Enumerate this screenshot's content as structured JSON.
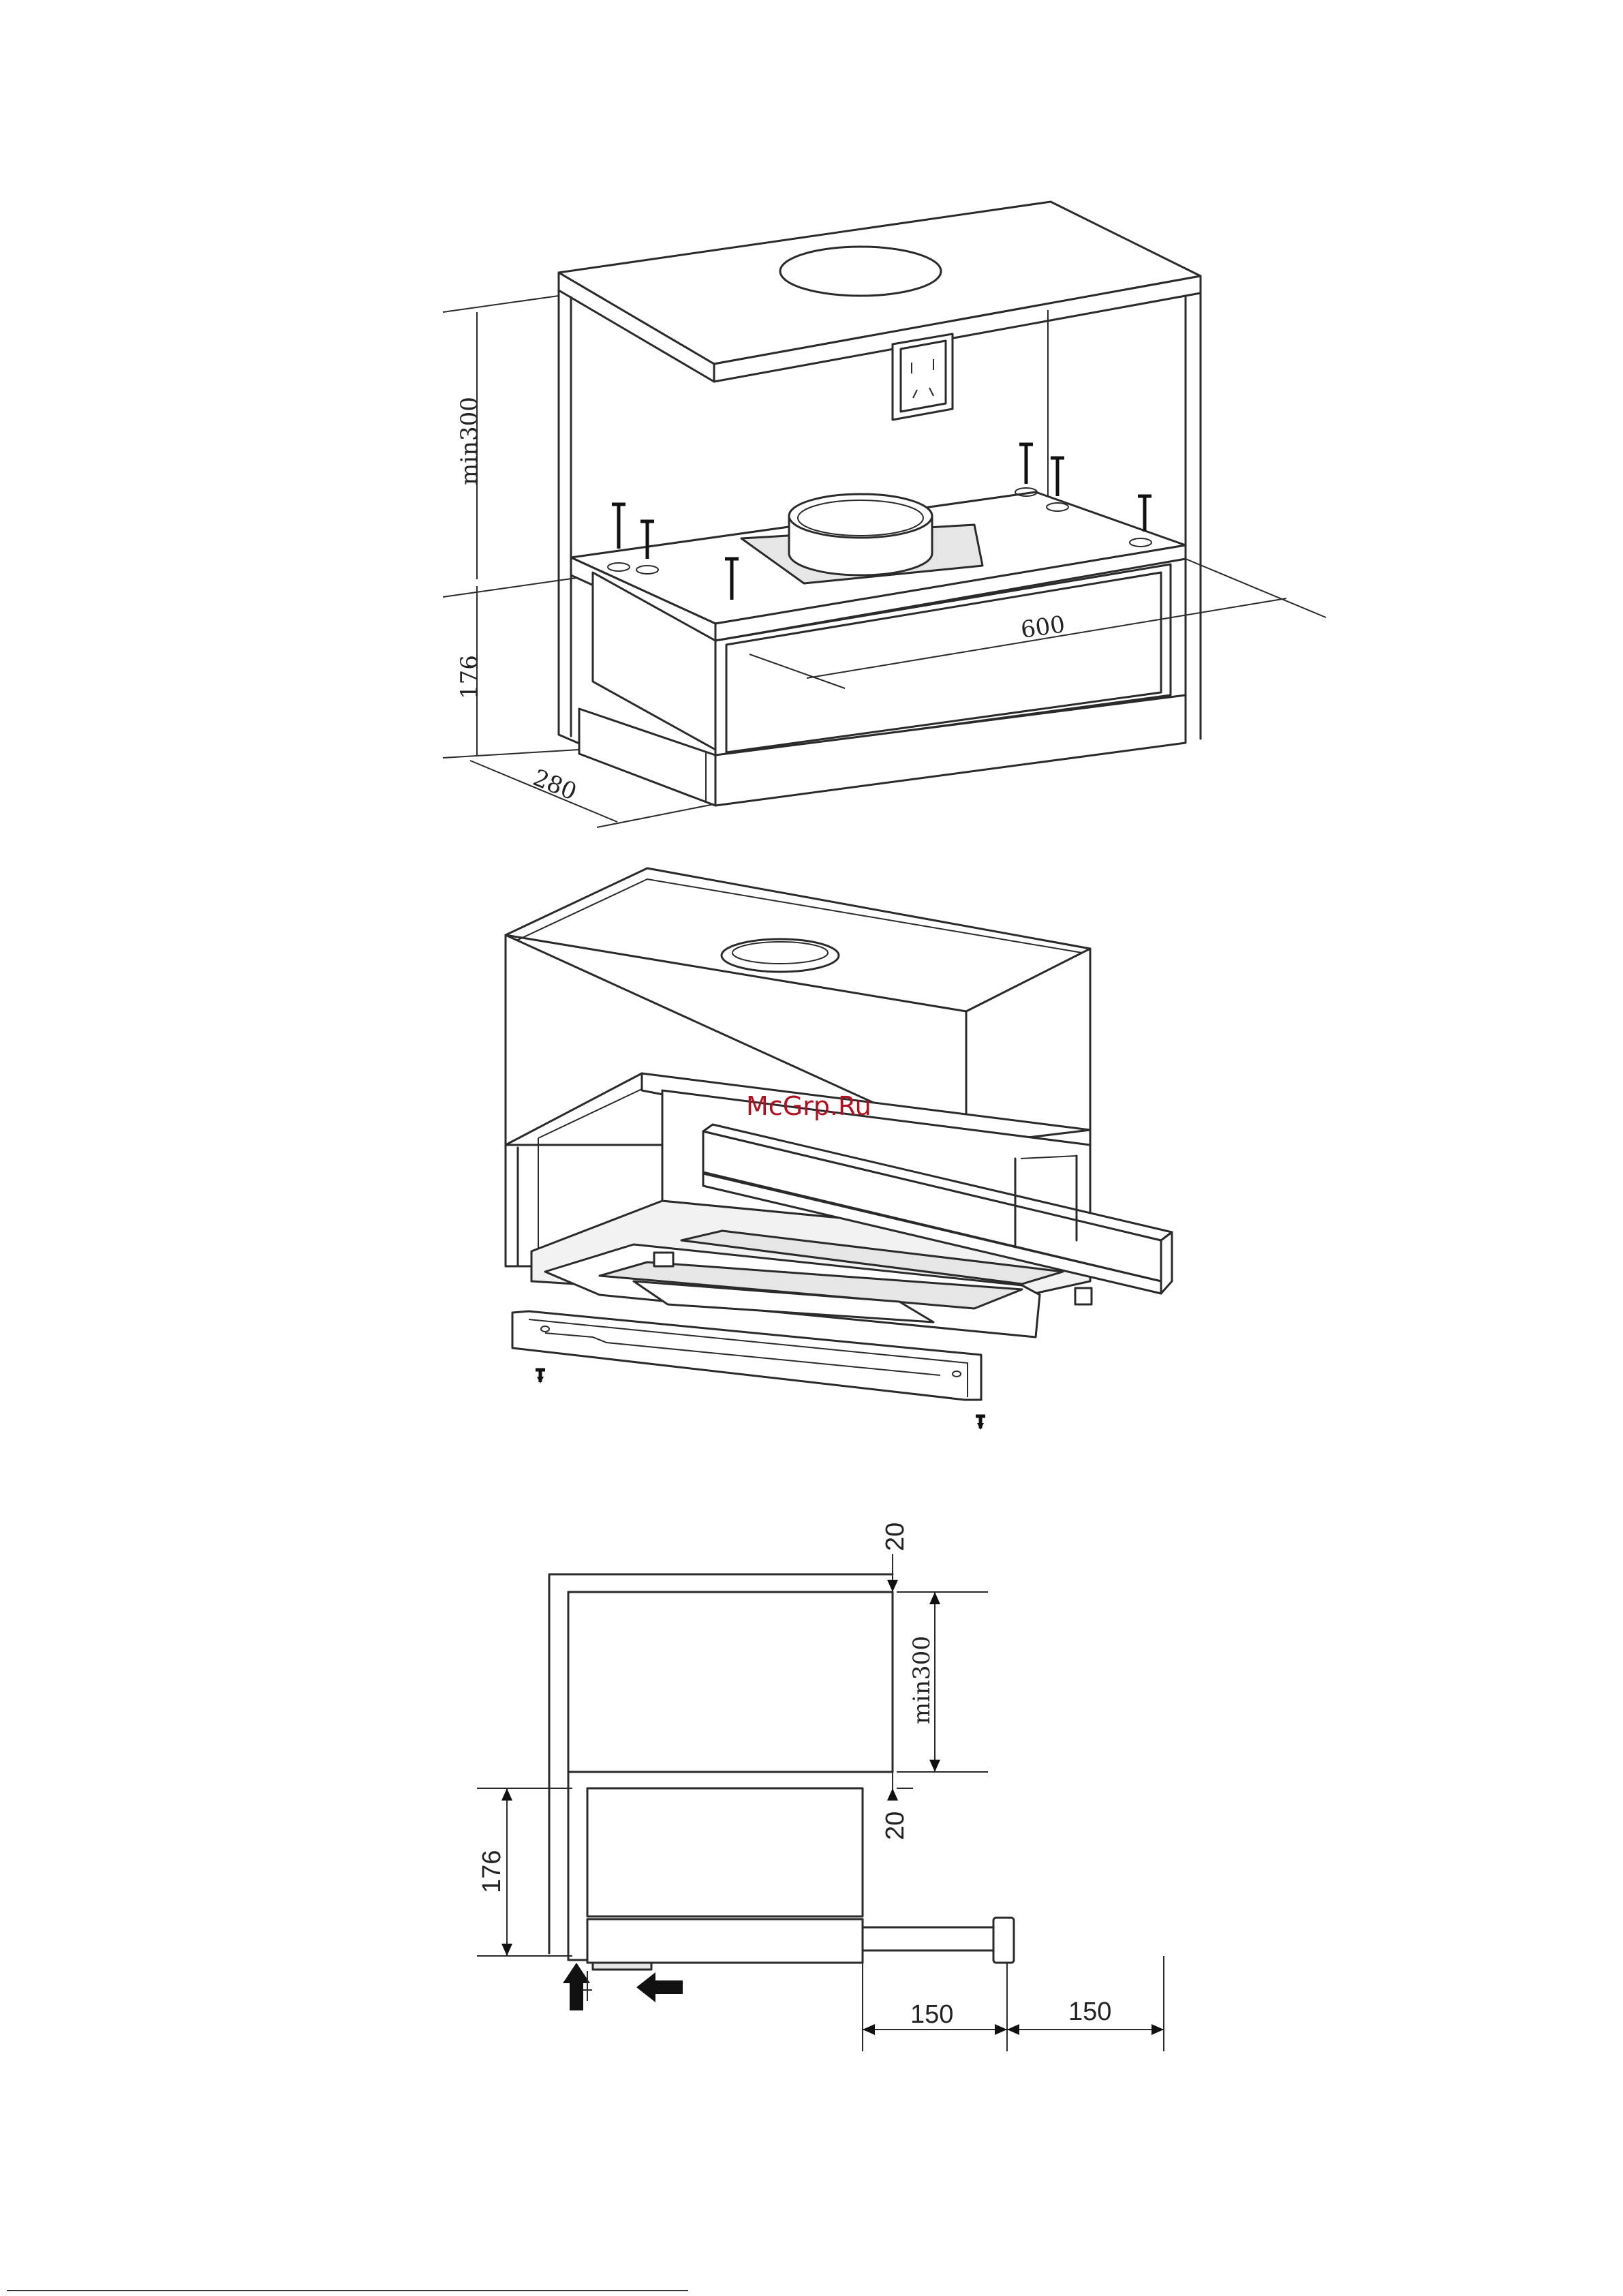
{
  "watermark": "McGrp.Ru",
  "figure_top": {
    "dim_height_above": "min300",
    "dim_hood_height": "176",
    "dim_depth": "280",
    "dim_width": "600"
  },
  "figure_side": {
    "dim_top_gap": "20",
    "dim_height_above": "min300",
    "dim_lower_gap": "20",
    "dim_hood_height": "176",
    "dim_extension_1": "150",
    "dim_extension_2": "150"
  }
}
